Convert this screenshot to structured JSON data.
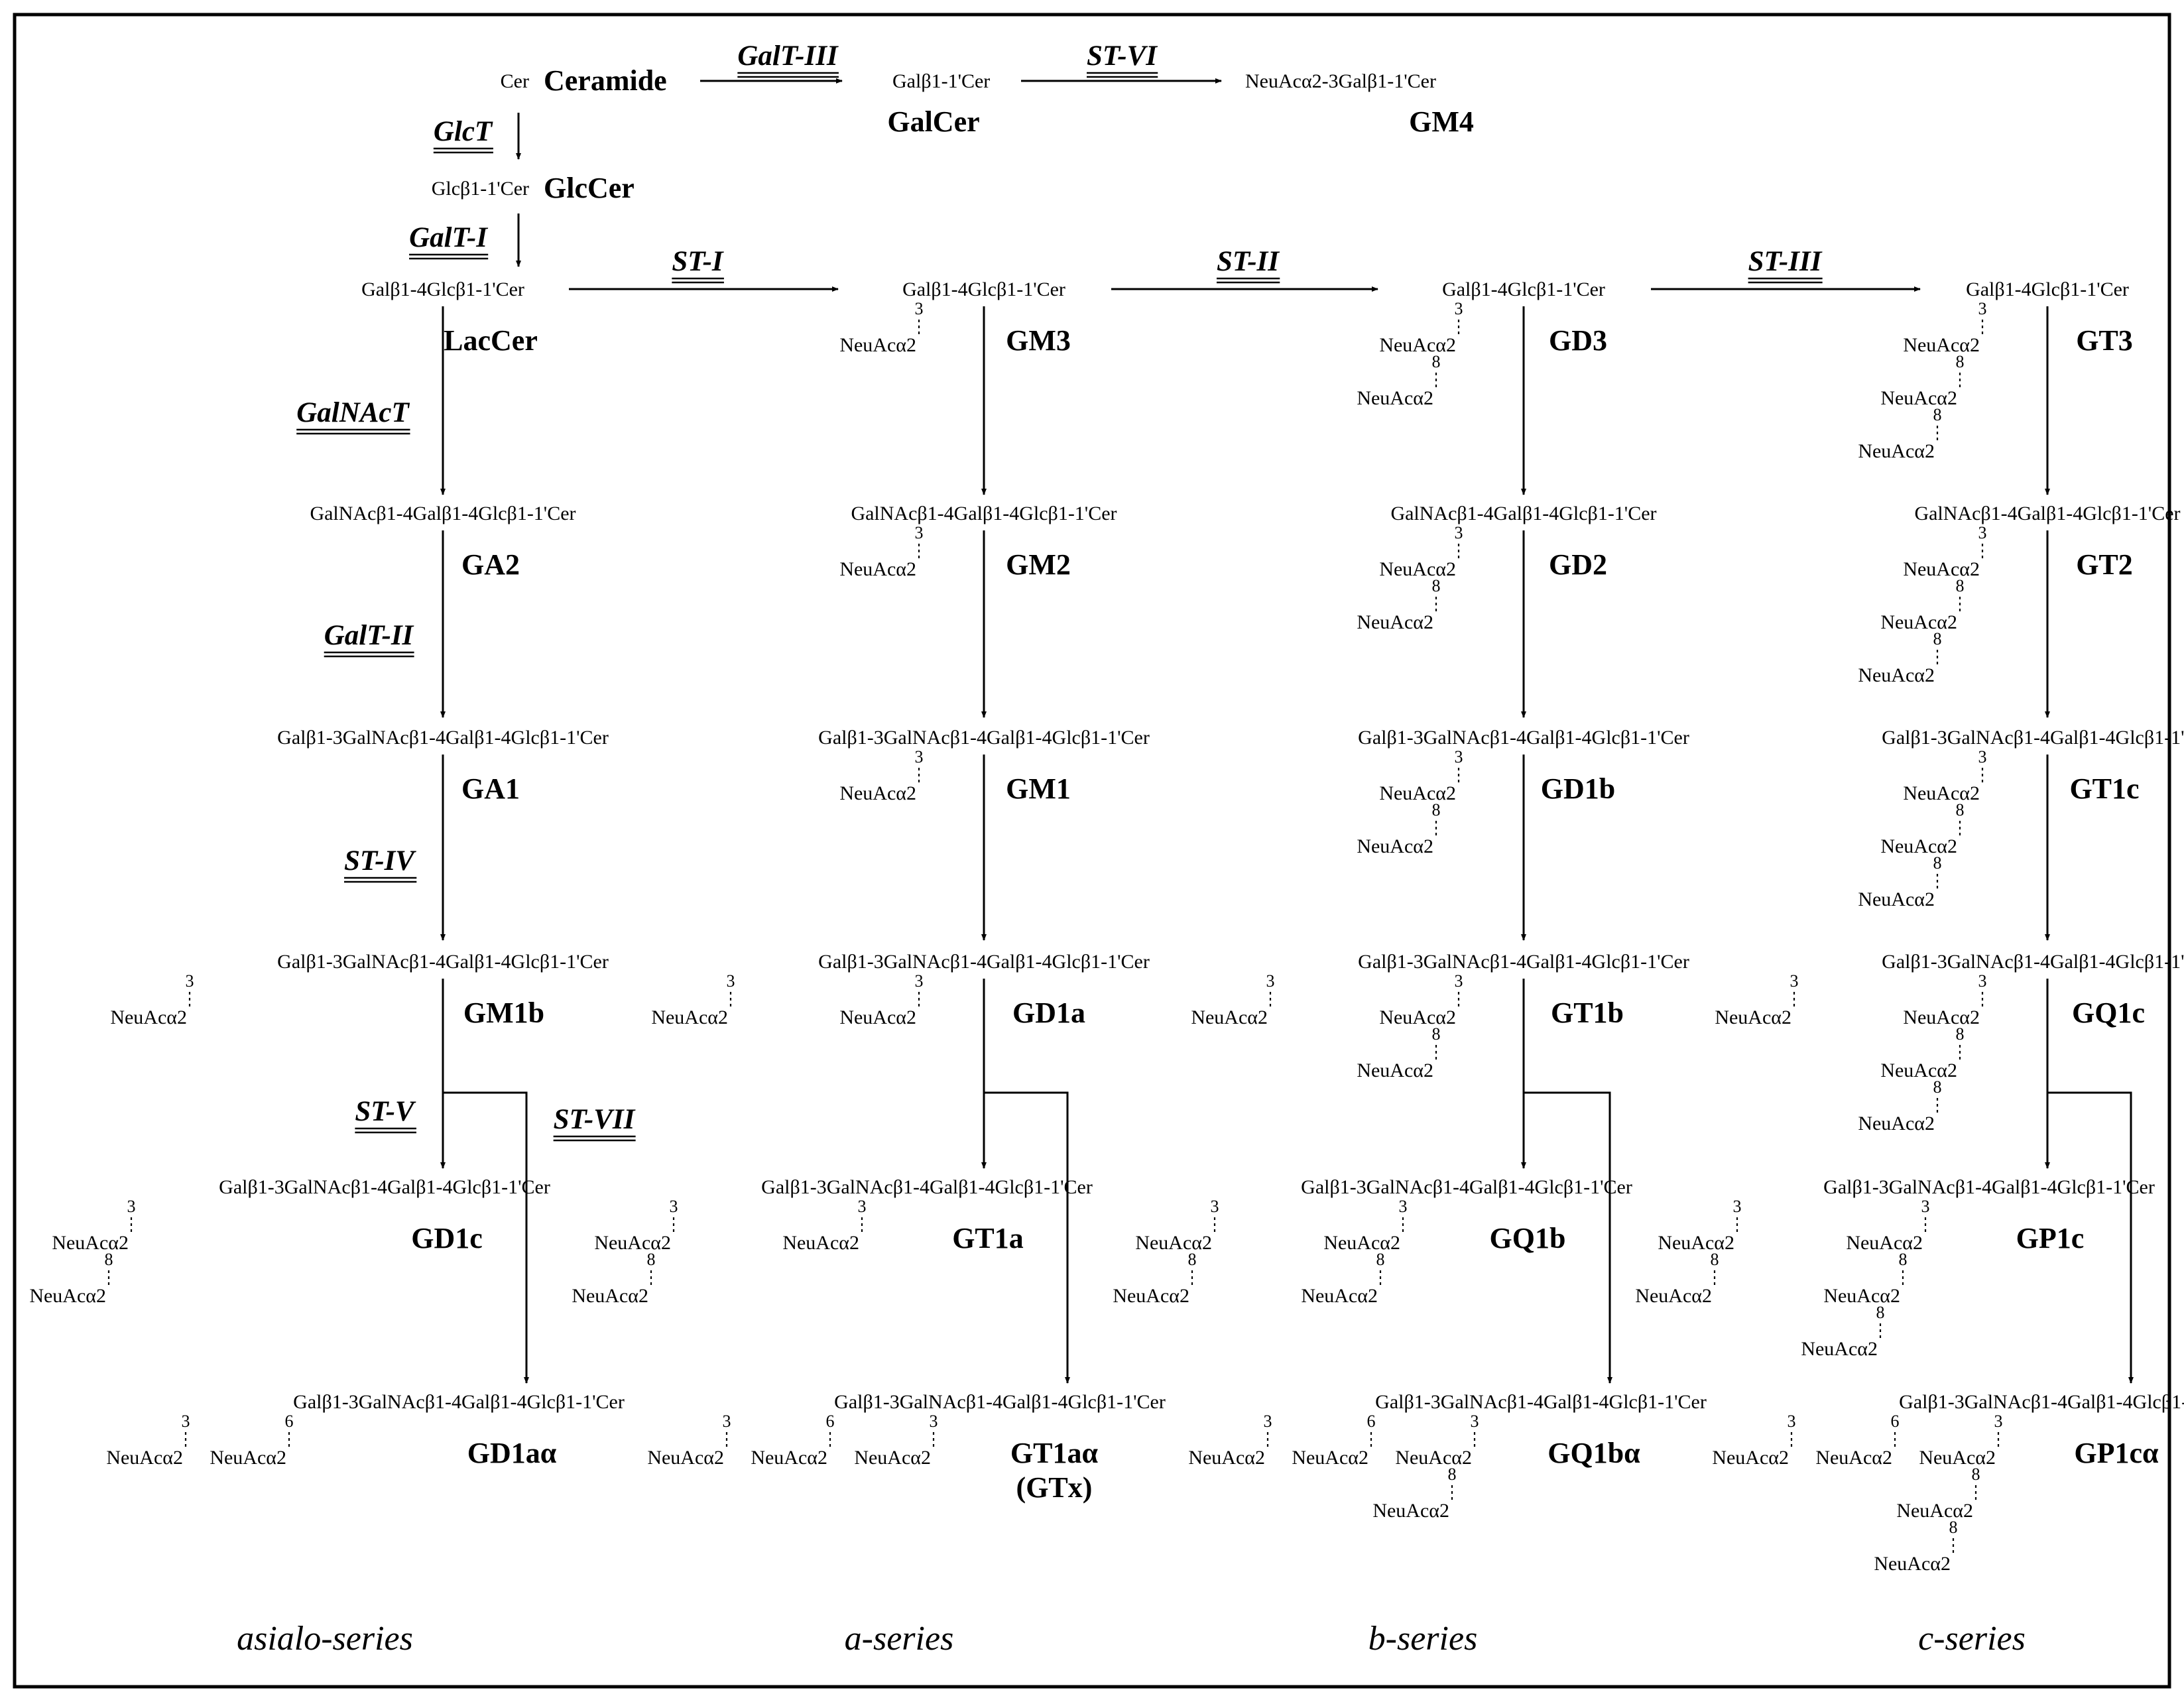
{
  "enzymes": {
    "galt3": "GalT-III",
    "st6": "ST-VI",
    "glct": "GlcT",
    "galt1": "GalT-I",
    "st1": "ST-I",
    "st2": "ST-II",
    "st3": "ST-III",
    "galnact": "GalNAcT",
    "galt2": "GalT-II",
    "st4": "ST-IV",
    "st5": "ST-V",
    "st7": "ST-VII"
  },
  "names": {
    "ceramide": "Ceramide",
    "galcer": "GalCer",
    "gm4": "GM4",
    "glccer": "GlcCer",
    "laccer": "LacCer",
    "gm3": "GM3",
    "gd3": "GD3",
    "gt3": "GT3",
    "ga2": "GA2",
    "gm2": "GM2",
    "gd2": "GD2",
    "gt2": "GT2",
    "ga1": "GA1",
    "gm1": "GM1",
    "gd1b": "GD1b",
    "gt1c": "GT1c",
    "gm1b": "GM1b",
    "gd1a": "GD1a",
    "gt1b": "GT1b",
    "gq1c": "GQ1c",
    "gd1c": "GD1c",
    "gt1a": "GT1a",
    "gq1b": "GQ1b",
    "gp1c": "GP1c",
    "gd1aa": "GD1aα",
    "gt1aa": "GT1aα",
    "gtx": "(GTx)",
    "gq1ba": "GQ1bα",
    "gp1ca": "GP1cα"
  },
  "structures": {
    "cer": "Cer",
    "galcer": "Galβ1-1'Cer",
    "gm4": "NeuAcα2-3Galβ1-1'Cer",
    "glccer": "Glcβ1-1'Cer",
    "lac": "Galβ1-4Glcβ1-1'Cer",
    "galnac": "GalNAcβ1-4Galβ1-4Glcβ1-1'Cer",
    "gg4": "Galβ1-3GalNAcβ1-4Galβ1-4Glcβ1-1'Cer",
    "neuac": "NeuAcα2",
    "p3": "3",
    "p6": "6",
    "p8": "8"
  },
  "series": {
    "asialo": "asialo-series",
    "a": "a-series",
    "b": "b-series",
    "c": "c-series"
  }
}
